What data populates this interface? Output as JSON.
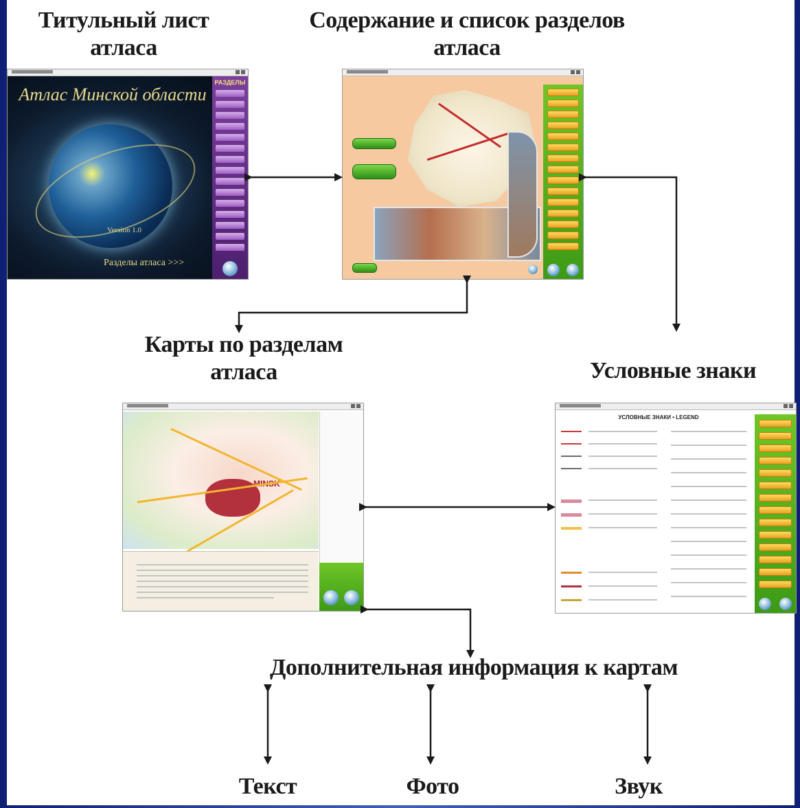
{
  "labels": {
    "title_page": [
      "Титульный лист",
      "атласа"
    ],
    "contents": [
      "Содержание и список разделов",
      "атласа"
    ],
    "section_maps": [
      "Карты по разделам",
      "атласа"
    ],
    "legend": "Условные знаки",
    "additional_info": "Дополнительная информация к картам",
    "text": "Текст",
    "photo": "Фото",
    "sound": "Звук"
  },
  "title_screen": {
    "atlas_title": "Атлас Минской области",
    "version": "Version 1.0",
    "sections_link": "Разделы атласа >>>",
    "sidebar_header": "РАЗДЕЛЫ"
  },
  "legend_screen": {
    "heading": "УСЛОВНЫЕ ЗНАКИ • LEGEND"
  },
  "map_screen": {
    "city_label": "MINSK"
  },
  "colors": {
    "background_frame": "#1b2f86",
    "arrow": "#1a1a1a",
    "green_panel": "#4aa81c",
    "gold_button": "#f2c23a",
    "contents_bg": "#f6c9a0"
  }
}
